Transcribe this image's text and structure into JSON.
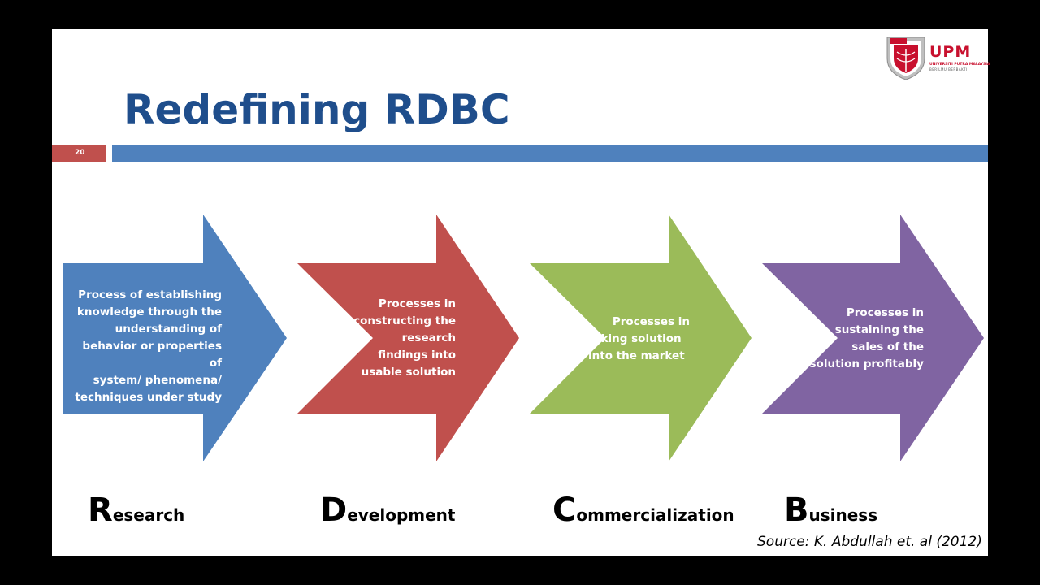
{
  "slide": {
    "title": "Redefining RDBC",
    "slide_number": "20",
    "source": "Source: K. Abdullah et. al (2012)"
  },
  "logo": {
    "name": "UPM",
    "subtitle": "UNIVERSITI PUTRA MALAYSIA",
    "tagline": "BERILMU BERBAKTI",
    "color": "#c8102e"
  },
  "colors": {
    "title": "#1f4e8c",
    "bar": "#4f81bd",
    "number_box": "#c0504d"
  },
  "steps": [
    {
      "color": "#4f81bd",
      "lines": [
        "Process of establishing",
        "knowledge through the",
        "understanding of",
        "behavior or properties of",
        "system/ phenomena/",
        "techniques under study"
      ],
      "label_initial": "R",
      "label_rest": "esearch"
    },
    {
      "color": "#c0504d",
      "lines": [
        "Processes in",
        "constructing the",
        "research",
        "findings into",
        "usable solution"
      ],
      "label_initial": "D",
      "label_rest": "evelopment"
    },
    {
      "color": "#9bbb59",
      "lines": [
        "Processes in",
        "taking solution",
        "into the market"
      ],
      "label_initial": "C",
      "label_rest": "ommercialization"
    },
    {
      "color": "#8064a2",
      "lines": [
        "Processes in",
        "sustaining the",
        "sales of the",
        "solution profitably"
      ],
      "label_initial": "B",
      "label_rest": "usiness"
    }
  ]
}
